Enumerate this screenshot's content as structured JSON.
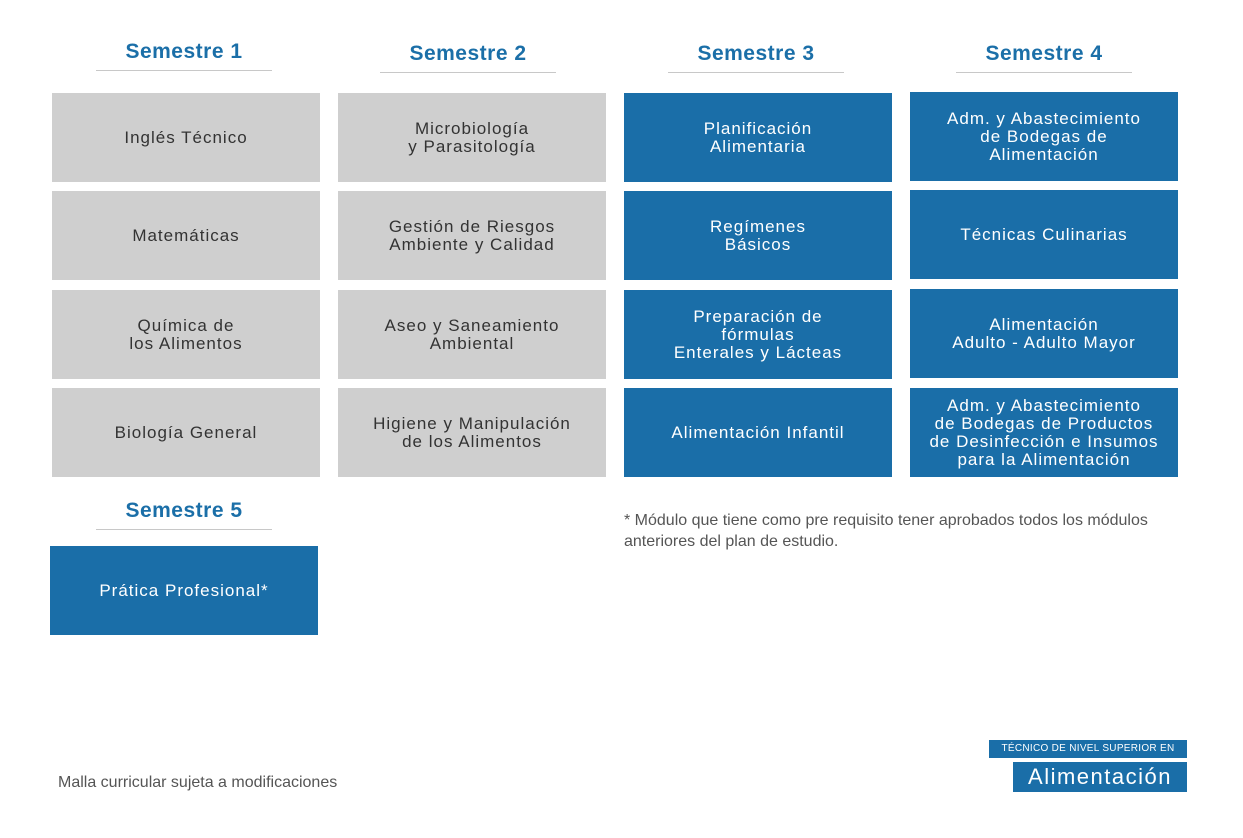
{
  "semesters": [
    {
      "title": "Semestre 1",
      "modules": [
        "Inglés Técnico",
        "Matemáticas",
        "Química de\nlos Alimentos",
        "Biología General"
      ]
    },
    {
      "title": "Semestre 2",
      "modules": [
        "Microbiología\ny Parasitología",
        "Gestión de Riesgos\nAmbiente y Calidad",
        "Aseo y Saneamiento\nAmbiental",
        "Higiene y Manipulación\nde los Alimentos"
      ]
    },
    {
      "title": "Semestre 3",
      "modules": [
        "Planificación\nAlimentaria",
        "Regímenes\nBásicos",
        "Preparación de\nfórmulas\nEnterales y Lácteas",
        "Alimentación Infantil"
      ]
    },
    {
      "title": "Semestre 4",
      "modules": [
        "Adm. y Abastecimiento\nde Bodegas de\nAlimentación",
        "Técnicas Culinarias",
        "Alimentación\nAdulto - Adulto Mayor",
        "Adm. y Abastecimiento\nde Bodegas de Productos\nde Desinfección e Insumos\npara la Alimentación"
      ]
    },
    {
      "title": "Semestre 5",
      "modules": [
        "Prática Profesional*"
      ]
    }
  ],
  "note": "* Módulo que tiene como pre requisito tener aprobados todos los módulos anteriores del plan de estudio.",
  "footer_note": "Malla curricular sujeta a modificaciones",
  "logo": {
    "top_line": "TÉCNICO DE NIVEL SUPERIOR EN",
    "title": "Alimentación"
  },
  "colors": {
    "blue": "#1a6ea8",
    "grey": "#cfcfcf",
    "heading": "#1b6fa8"
  }
}
